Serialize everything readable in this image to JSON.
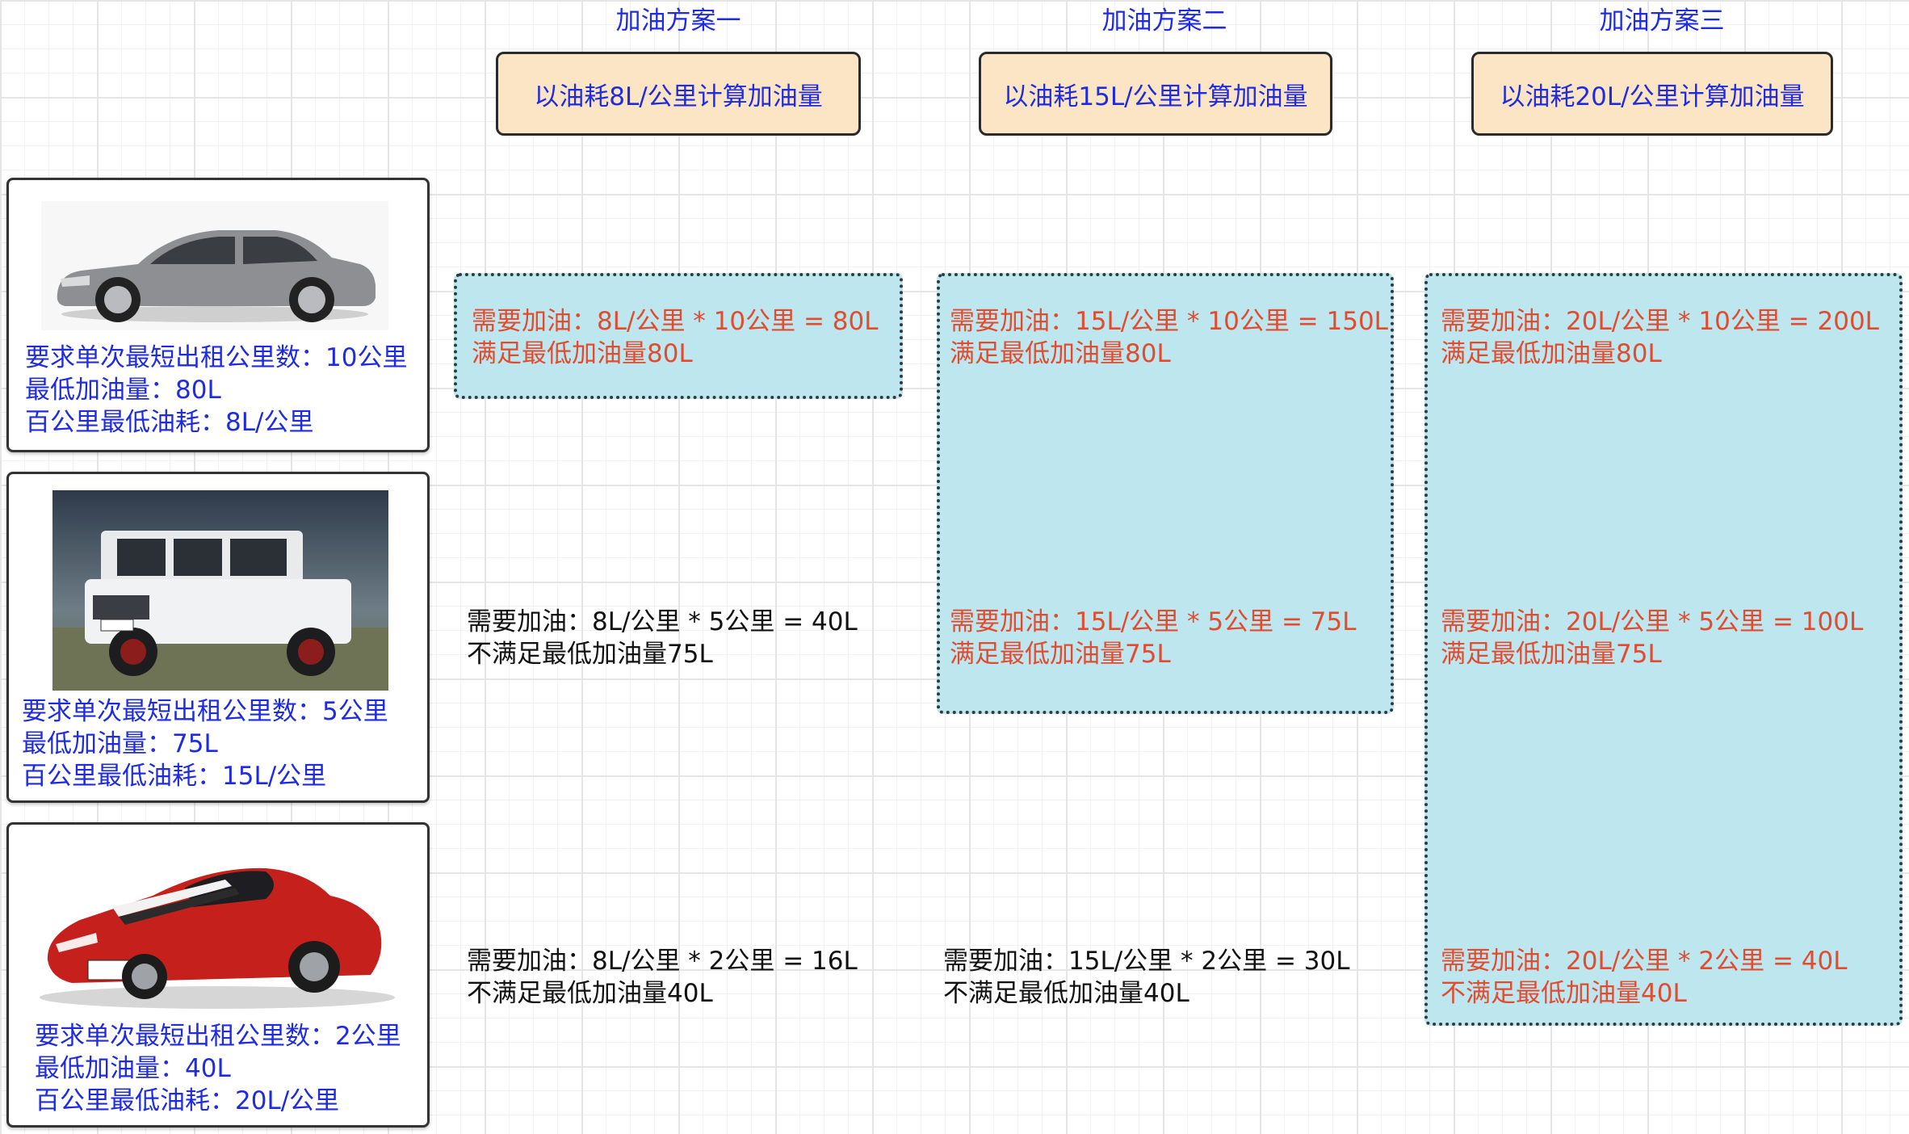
{
  "plans": [
    {
      "title": "加油方案一",
      "box": "以油耗8L/公里计算加油量"
    },
    {
      "title": "加油方案二",
      "box": "以油耗15L/公里计算加油量"
    },
    {
      "title": "加油方案三",
      "box": "以油耗20L/公里计算加油量"
    }
  ],
  "cars": [
    {
      "line1": "要求单次最短出租公里数：10公里",
      "line2": "最低加油量：80L",
      "line3": "百公里最低油耗：8L/公里"
    },
    {
      "line1": "要求单次最短出租公里数：5公里",
      "line2": "最低加油量：75L",
      "line3": "百公里最低油耗：15L/公里"
    },
    {
      "line1": "要求单次最短出租公里数：2公里",
      "line2": "最低加油量：40L",
      "line3": "百公里最低油耗：20L/公里"
    }
  ],
  "results": {
    "r1c1": {
      "calc": "需要加油：8L/公里 * 10公里 = 80L",
      "verdict": "满足最低加油量80L"
    },
    "r1c2": {
      "calc": "需要加油：15L/公里 * 10公里 = 150L",
      "verdict": "满足最低加油量80L"
    },
    "r1c3": {
      "calc": "需要加油：20L/公里 * 10公里 = 200L",
      "verdict": "满足最低加油量80L"
    },
    "r2c1": {
      "calc": "需要加油：8L/公里 * 5公里 = 40L",
      "verdict": "不满足最低加油量75L"
    },
    "r2c2": {
      "calc": "需要加油：15L/公里 * 5公里 = 75L",
      "verdict": "满足最低加油量75L"
    },
    "r2c3": {
      "calc": "需要加油：20L/公里 * 5公里 = 100L",
      "verdict": "满足最低加油量75L"
    },
    "r3c1": {
      "calc": "需要加油：8L/公里 * 2公里 = 16L",
      "verdict": "不满足最低加油量40L"
    },
    "r3c2": {
      "calc": "需要加油：15L/公里 * 2公里 = 30L",
      "verdict": "不满足最低加油量40L"
    },
    "r3c3": {
      "calc": "需要加油：20L/公里 * 2公里 = 40L",
      "verdict": "不满足最低加油量40L"
    }
  },
  "colors": {
    "label_blue": "#1f2be0",
    "ok_red": "#e14c2f",
    "zone_fill": "#bde6ef",
    "plan_fill": "#fce5c4"
  }
}
